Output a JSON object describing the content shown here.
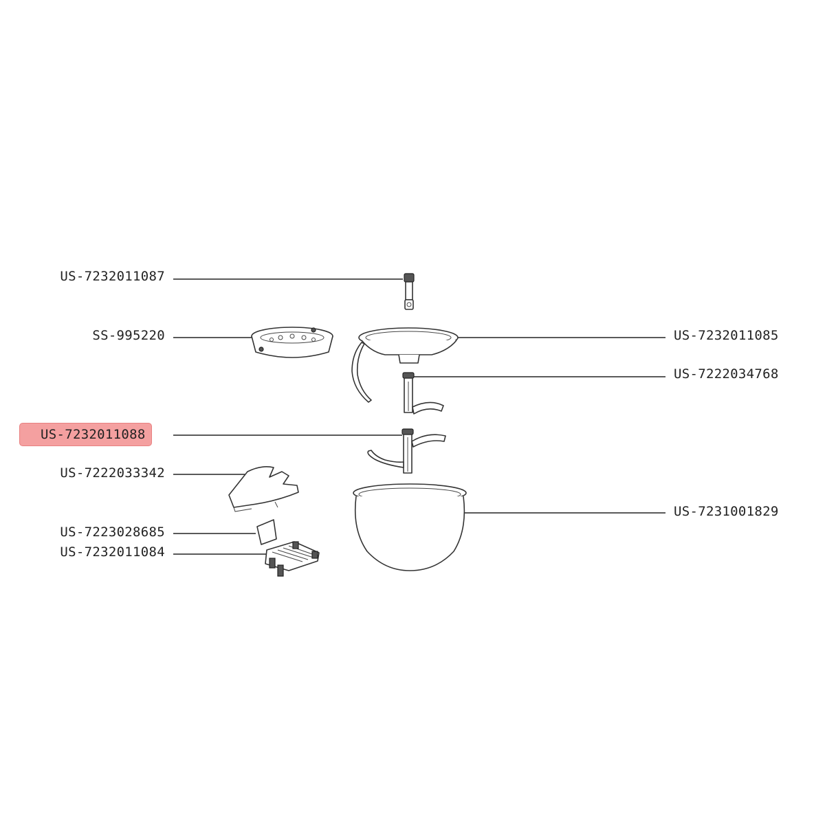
{
  "parts": [
    {
      "id": "spindle",
      "code": "US-7232011087",
      "side": "left",
      "highlighted": false
    },
    {
      "id": "steam-basket",
      "code": "SS-995220",
      "side": "left",
      "highlighted": false
    },
    {
      "id": "lid-with-handle",
      "code": "US-7232011085",
      "side": "right",
      "highlighted": false
    },
    {
      "id": "upper-paddle",
      "code": "US-7222034768",
      "side": "right",
      "highlighted": false
    },
    {
      "id": "lower-paddle",
      "code": "US-7232011088",
      "side": "left",
      "highlighted": true
    },
    {
      "id": "cover-plate",
      "code": "US-7222033342",
      "side": "left",
      "highlighted": false
    },
    {
      "id": "filter-sheet",
      "code": "US-7223028685",
      "side": "left",
      "highlighted": false
    },
    {
      "id": "grill-clip",
      "code": "US-7232011084",
      "side": "left",
      "highlighted": false
    },
    {
      "id": "inner-bowl",
      "code": "US-7231001829",
      "side": "right",
      "highlighted": false
    }
  ],
  "colors": {
    "highlight": "#f4a0a0",
    "line": "#222222",
    "background": "#ffffff"
  }
}
